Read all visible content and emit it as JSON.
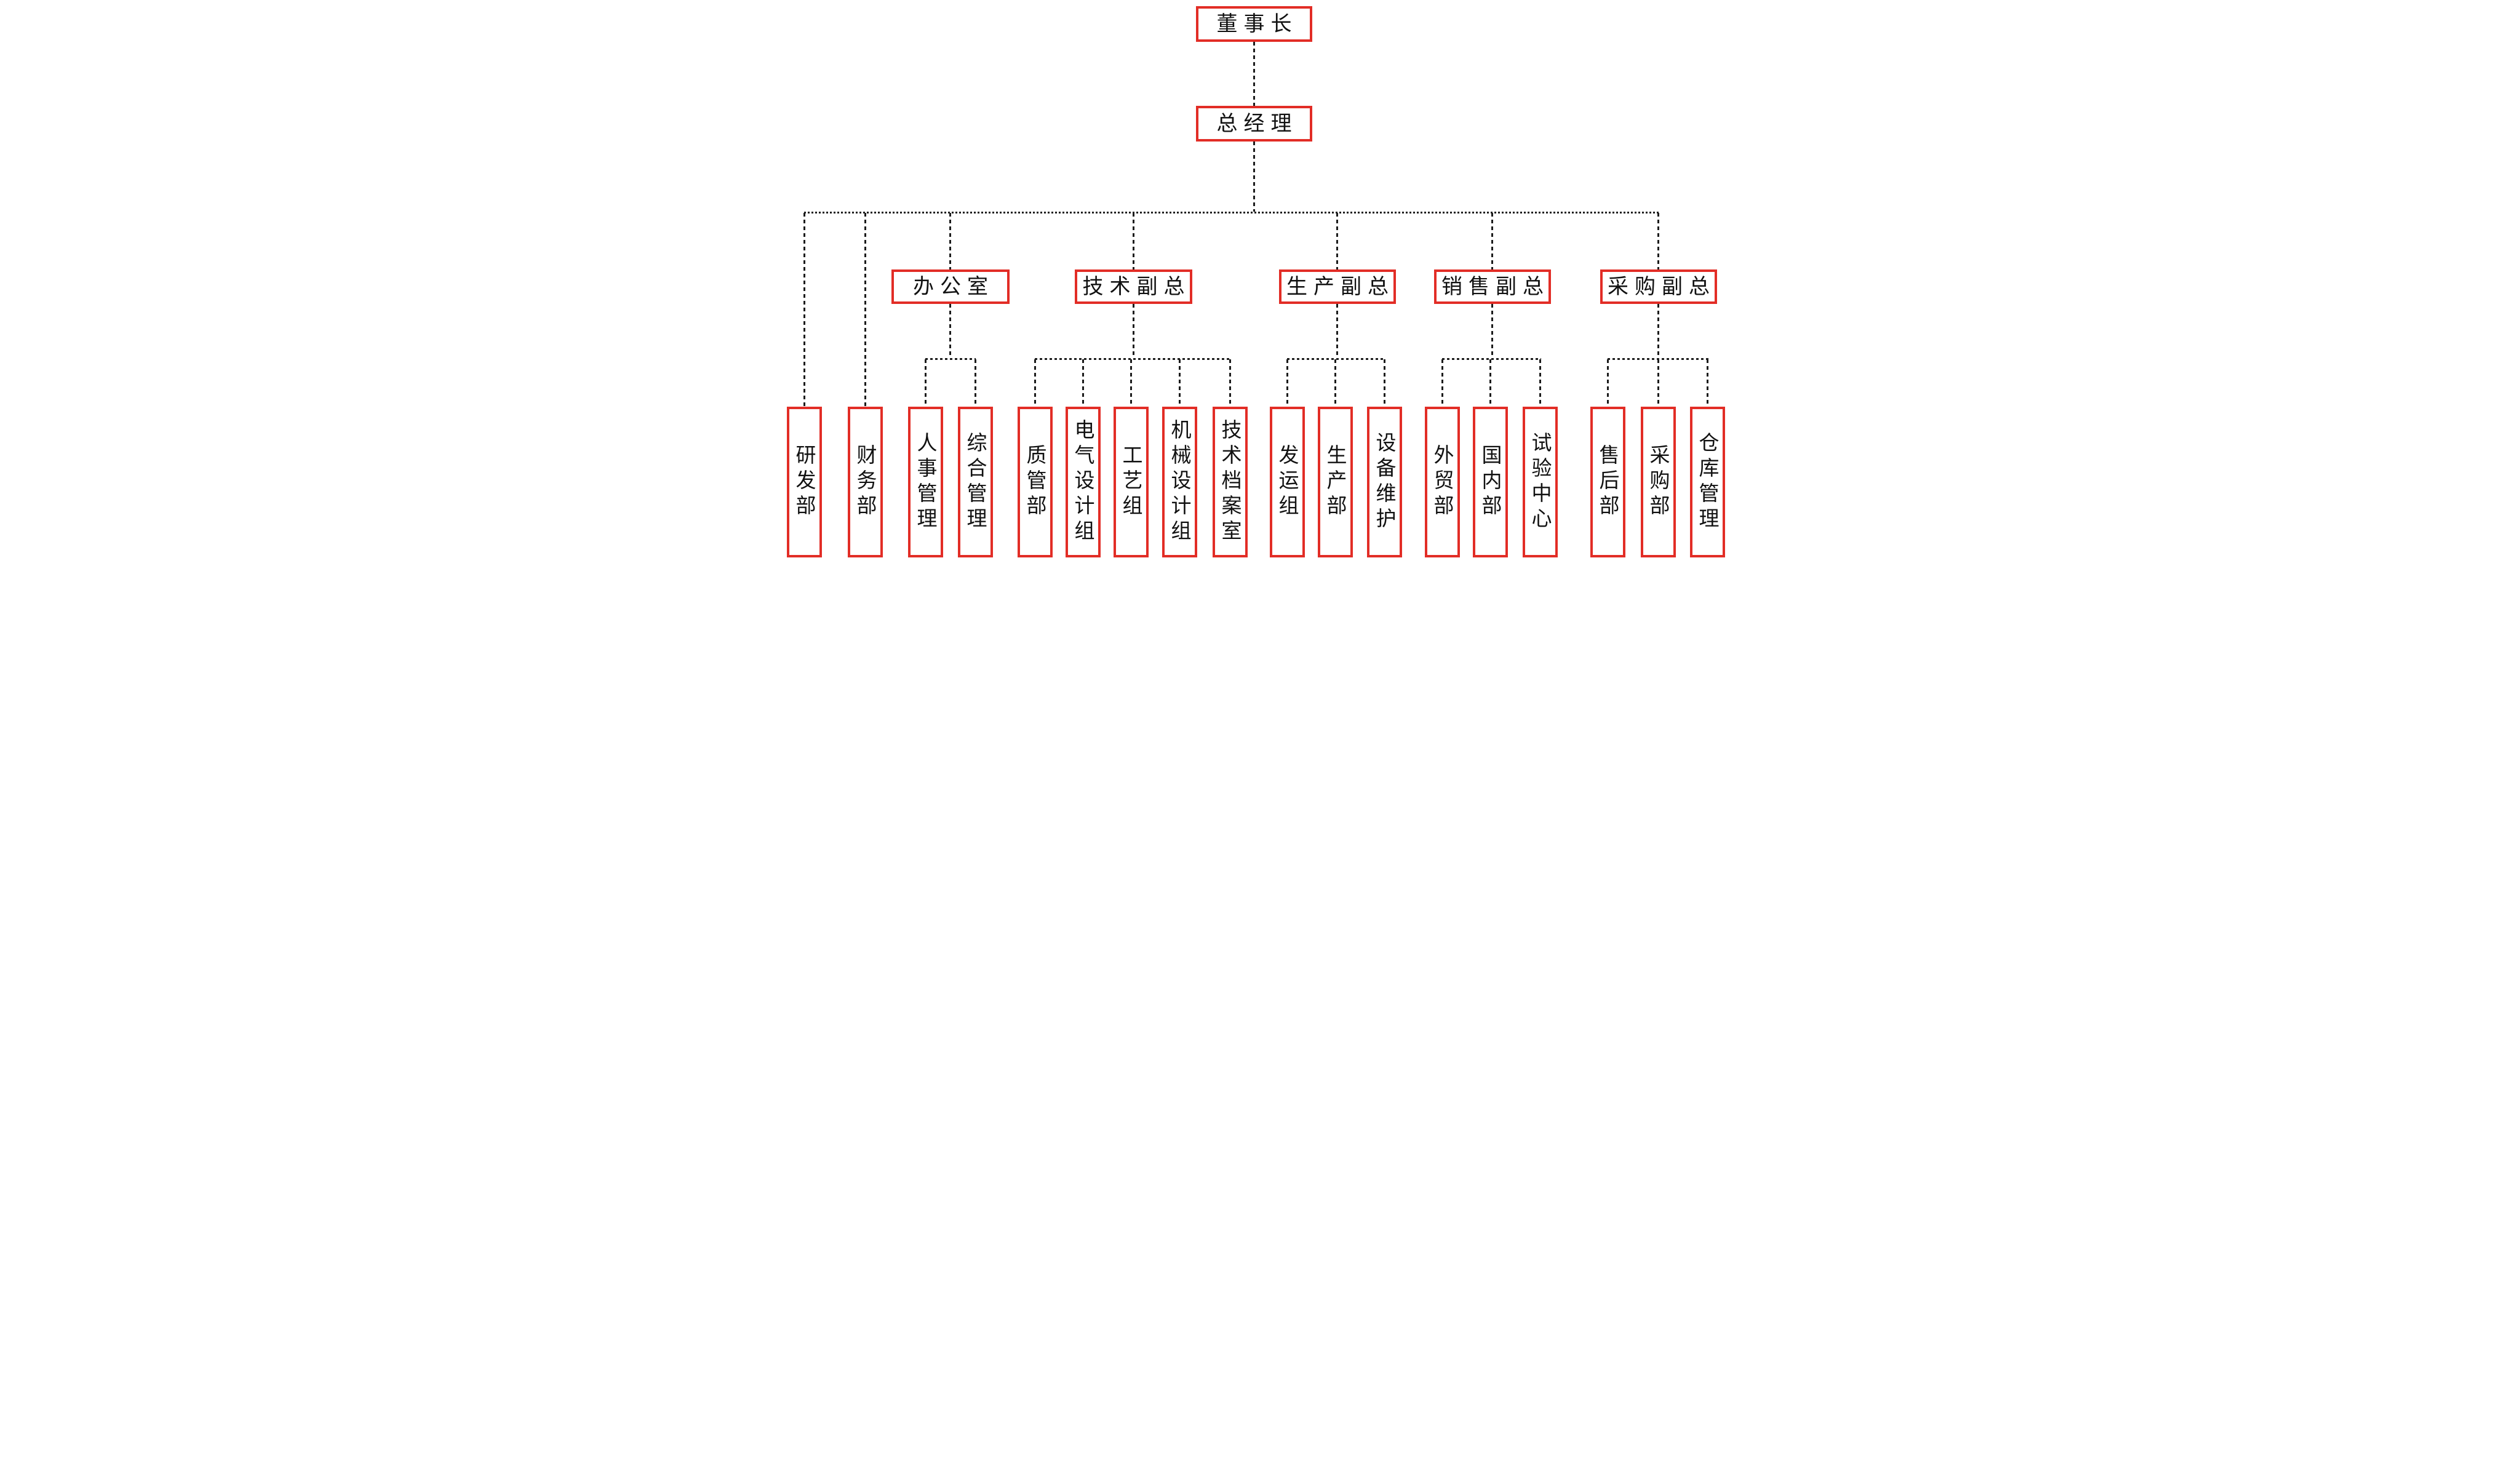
{
  "colors": {
    "box_border": "#e22d26",
    "connector": "#1c1c1c",
    "text": "#111111",
    "background": "#ffffff"
  },
  "org": {
    "chairman": {
      "label": "董事长"
    },
    "general_manager": {
      "label": "总经理"
    },
    "trunk_departments": [
      {
        "label": "研发部"
      },
      {
        "label": "财务部"
      }
    ],
    "managers": [
      {
        "label": "办公室",
        "children": [
          "人事管理",
          "综合管理"
        ]
      },
      {
        "label": "技术副总",
        "children": [
          "质管部",
          "电气设计组",
          "工艺组",
          "机械设计组",
          "技术档案室"
        ]
      },
      {
        "label": "生产副总",
        "children": [
          "发运组",
          "生产部",
          "设备维护"
        ]
      },
      {
        "label": "销售副总",
        "children": [
          "外贸部",
          "国内部",
          "试验中心"
        ]
      },
      {
        "label": "采购副总",
        "children": [
          "售后部",
          "采购部",
          "仓库管理"
        ]
      }
    ]
  }
}
